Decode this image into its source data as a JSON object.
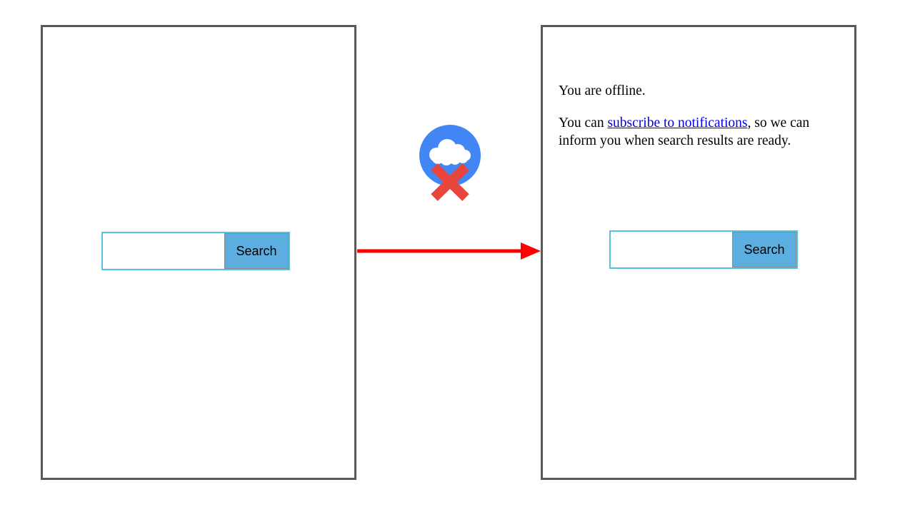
{
  "colors": {
    "frame_border": "#595959",
    "input_border": "#54C3DC",
    "button_bg": "#5CAEE0",
    "button_border": "#8A8A8A",
    "link": "#0000EE",
    "arrow": "#FF0000",
    "icon_circle": "#4286F5",
    "icon_cloud": "#FFFFFF",
    "icon_x": "#E8463C",
    "text": "#000000"
  },
  "left_frame": {
    "search": {
      "input_value": "",
      "button_label": "Search"
    }
  },
  "icon": {
    "name": "offline-cloud-icon"
  },
  "arrow": {
    "direction": "left-to-right"
  },
  "right_frame": {
    "message1": "You are offline.",
    "message2_pre": "You can ",
    "message2_link": "subscribe to notifications",
    "message2_post": ", so we can inform you when search results are ready.",
    "search": {
      "input_value": "",
      "button_label": "Search"
    }
  }
}
